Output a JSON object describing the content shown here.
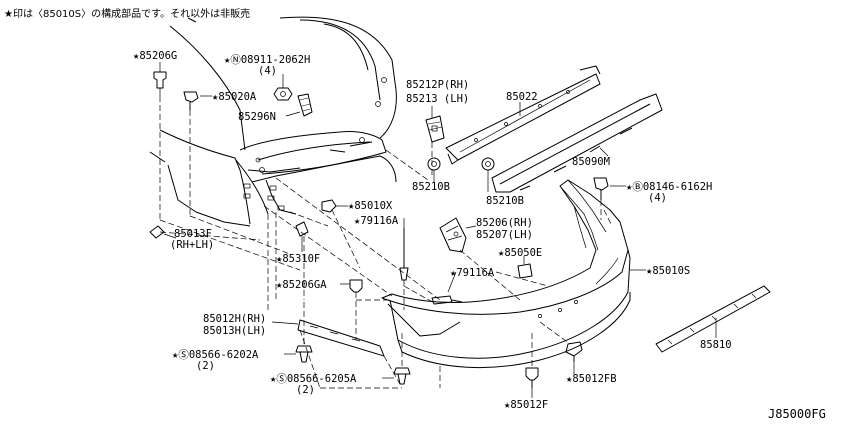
{
  "header_note": "★印は〈85010S〉の構成部品です。それ以外は非販売",
  "diagram_id": "J85000FG",
  "labels": {
    "p85206G": "★85206G",
    "n08911": "★Ⓝ08911-2062H",
    "n08911_qty": "(4)",
    "p85020A": "★85020A",
    "p85296N": "85296N",
    "p85212P_rh": "85212P(RH)",
    "p85213_lh": "85213 (LH)",
    "p85022": "85022",
    "p85090M": "85090M",
    "p85210B_1": "85210B",
    "p85210B_2": "85210B",
    "b08146": "★Ⓑ08146-6162H",
    "b08146_qty": "(4)",
    "p85010X": "★85010X",
    "p79116A_1": "★79116A",
    "p85206_rh": "85206(RH)",
    "p85207_lh": "85207(LH)",
    "p85050E": "★85050E",
    "p85013F": "85013F",
    "p85013F_side": "(RH+LH)",
    "p85310F": "★85310F",
    "p79116A_2": "★79116A",
    "p85010S": "★85010S",
    "p85206GA": "★85206GA",
    "p85012H_rh": "85012H(RH)",
    "p85013H_lh": "85013H(LH)",
    "s08566_6202A": "★Ⓢ08566-6202A",
    "s08566_6202A_qty": "(2)",
    "s08566_6205A": "★Ⓢ08566-6205A",
    "s08566_6205A_qty": "(2)",
    "p85012FB": "★85012FB",
    "p85012F": "★85012F",
    "p85810": "85810"
  }
}
